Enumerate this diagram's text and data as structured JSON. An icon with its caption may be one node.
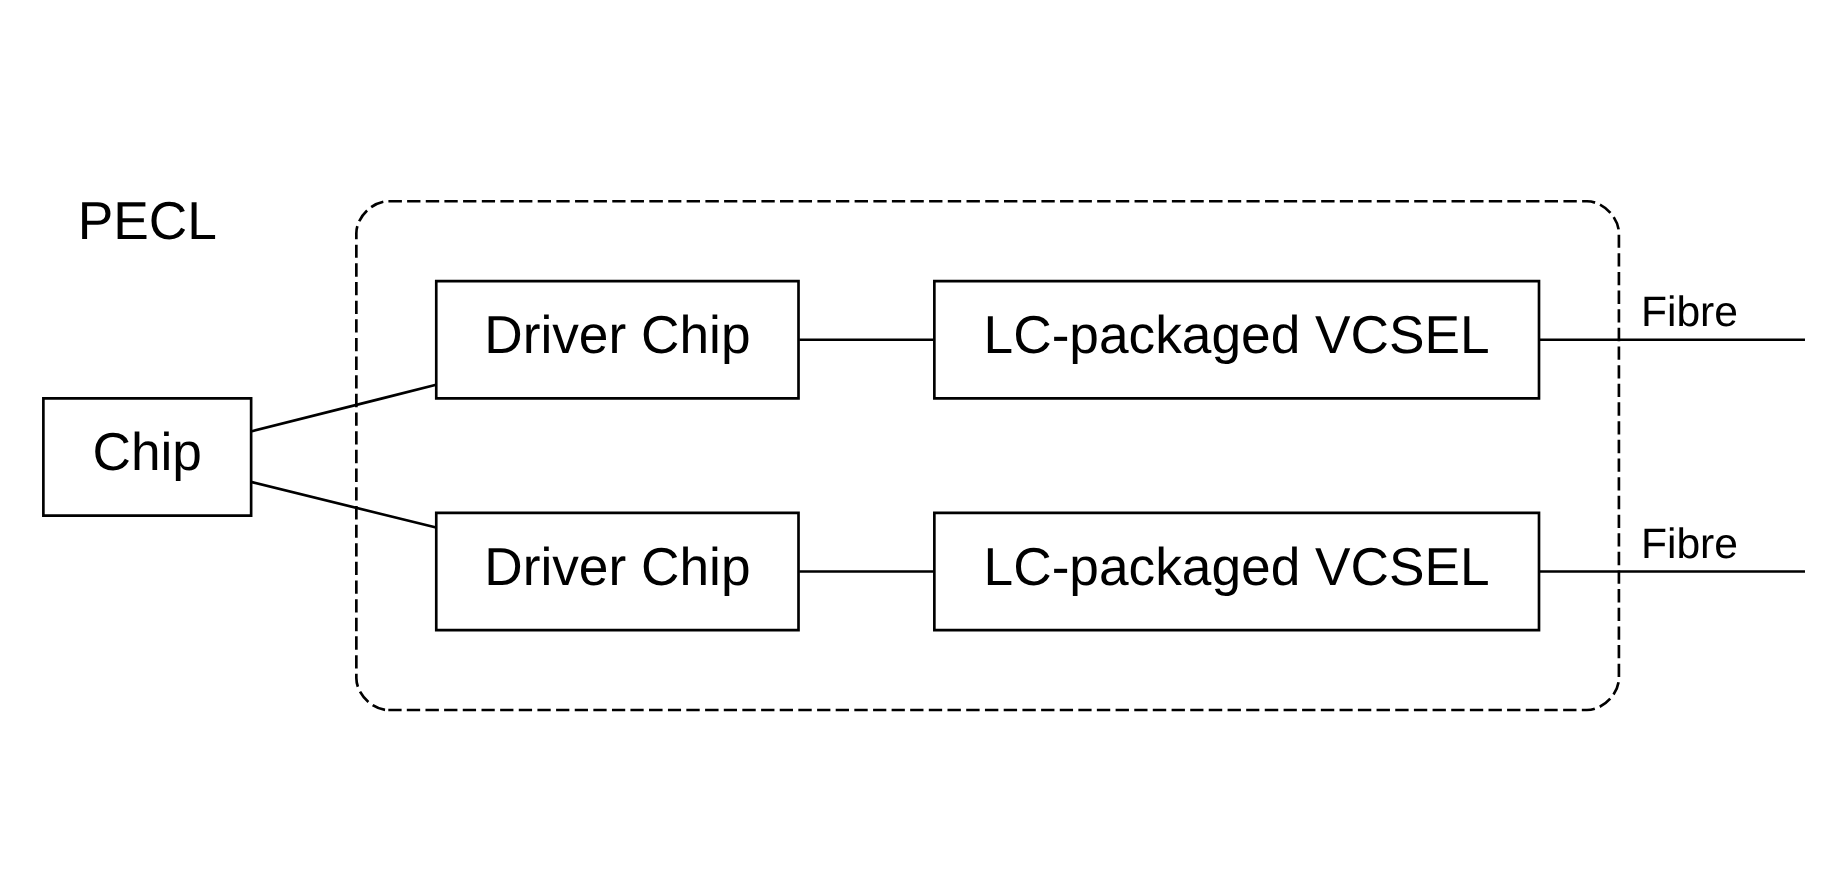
{
  "diagram": {
    "nodes": [
      {
        "text": [],
        "shape": "box"
      },
      {
        "text": [
          "Chip"
        ]
      },
      {
        "text": [
          "Driver Chip"
        ],
        "in": 0
      },
      {
        "text": [
          "LC-packaged VCSEL"
        ],
        "in": 0
      },
      {
        "text": [
          "Driver Chip"
        ],
        "in": 0
      },
      {
        "text": [
          "LC-packaged VCSEL"
        ],
        "in": 0
      }
    ],
    "edges": [
      {
        "from": 1,
        "to": 2,
        "arrow": "none"
      },
      {
        "from": 1,
        "to": 4,
        "arrow": "none"
      },
      {
        "from": 2,
        "to": 3,
        "arrow": "none"
      },
      {
        "from": 4,
        "to": 5,
        "arrow": "none"
      },
      {
        "from": 3,
        "to": null,
        "arrow": "none",
        "label": "Fibre"
      },
      {
        "from": 5,
        "to": null,
        "arrow": "none",
        "label": "Fibre"
      }
    ],
    "labels": [
      "PECL"
    ]
  }
}
